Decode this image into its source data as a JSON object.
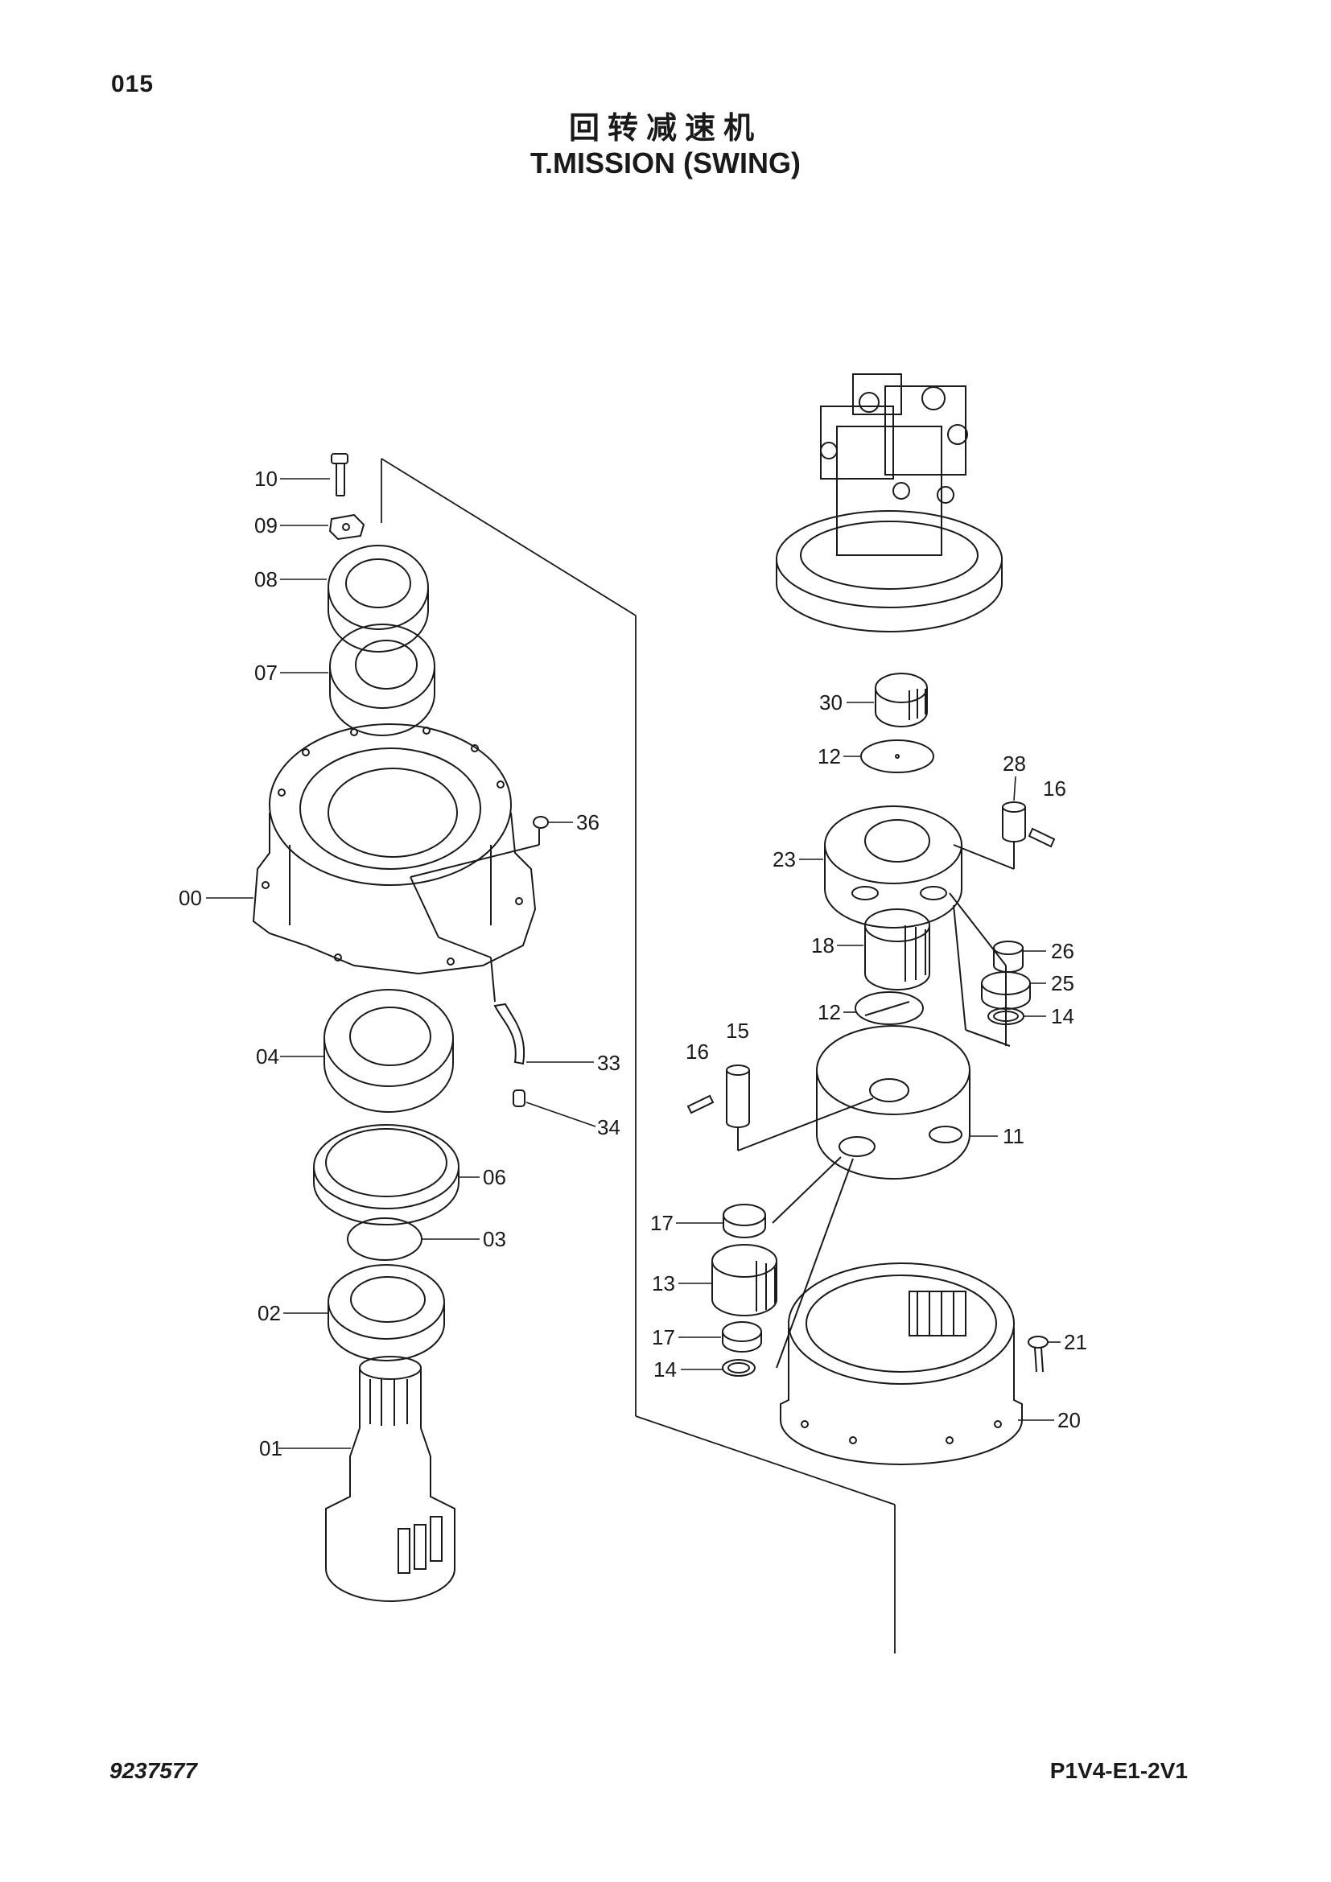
{
  "header": {
    "page_number": "015",
    "title_cn": "回转减速机",
    "title_en": "T.MISSION (SWING)"
  },
  "footer": {
    "doc_number": "9237577",
    "sheet_code": "P1V4-E1-2V1"
  },
  "callouts": {
    "c10": "10",
    "c09": "09",
    "c08": "08",
    "c07": "07",
    "c00": "00",
    "c36": "36",
    "c04": "04",
    "c33": "33",
    "c34": "34",
    "c06": "06",
    "c03": "03",
    "c02": "02",
    "c01": "01",
    "c30": "30",
    "c12a": "12",
    "c28": "28",
    "c16a": "16",
    "c23": "23",
    "c26": "26",
    "c18": "18",
    "c25": "25",
    "c12b": "12",
    "c14a": "14",
    "c15": "15",
    "c16b": "16",
    "c11": "11",
    "c17a": "17",
    "c13": "13",
    "c17b": "17",
    "c14b": "14",
    "c21": "21",
    "c20": "20"
  }
}
